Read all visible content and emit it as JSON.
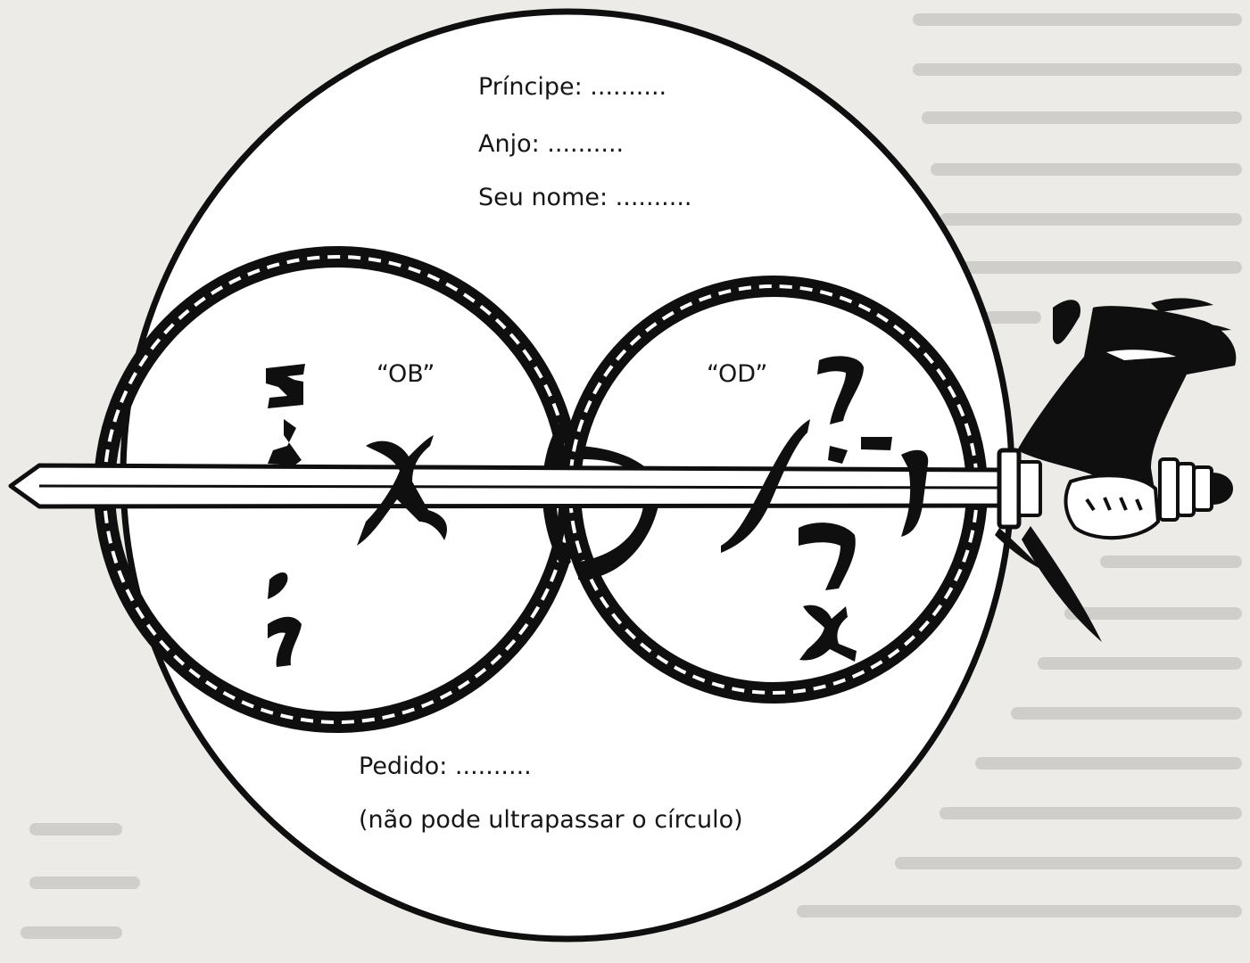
{
  "labels": {
    "principe": "Príncipe: ..........",
    "anjo": "Anjo: ..........",
    "seu_nome": "Seu nome: ..........",
    "ob": "“OB”",
    "od": "“OD”",
    "pedido": "Pedido: ..........",
    "nota": "(não pode ultrapassar o círculo)"
  },
  "colors": {
    "ink": "#0f0f0f",
    "paper": "#ffffff",
    "page_background": "#ecebe8"
  }
}
